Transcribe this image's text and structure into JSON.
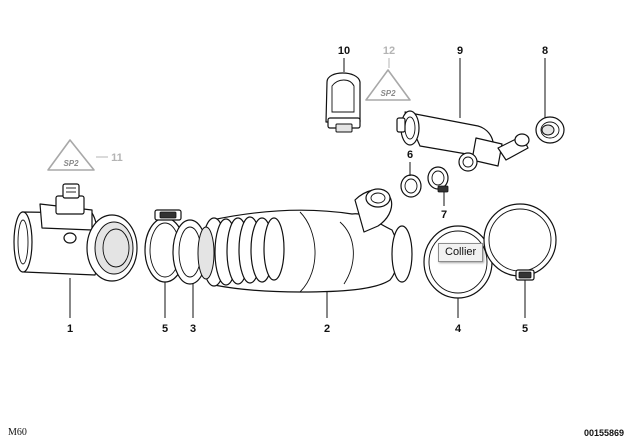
{
  "diagram": {
    "model_code": "M60",
    "diagram_id": "00155869",
    "tooltip": "Collier",
    "callouts": [
      {
        "id": "callout-1",
        "label": "1",
        "muted": false
      },
      {
        "id": "callout-5-left",
        "label": "5",
        "muted": false
      },
      {
        "id": "callout-3",
        "label": "3",
        "muted": false
      },
      {
        "id": "callout-2",
        "label": "2",
        "muted": false
      },
      {
        "id": "callout-4",
        "label": "4",
        "muted": false
      },
      {
        "id": "callout-5-right",
        "label": "5",
        "muted": false
      },
      {
        "id": "callout-6",
        "label": "6",
        "muted": false
      },
      {
        "id": "callout-7",
        "label": "7",
        "muted": false
      },
      {
        "id": "callout-8",
        "label": "8",
        "muted": false
      },
      {
        "id": "callout-9",
        "label": "9",
        "muted": false
      },
      {
        "id": "callout-10",
        "label": "10",
        "muted": false
      },
      {
        "id": "callout-11",
        "label": "11",
        "muted": true
      },
      {
        "id": "callout-12",
        "label": "12",
        "muted": true
      }
    ],
    "symbol_text": "SP2",
    "colors": {
      "ink": "#111111",
      "muted": "#b4b4b4",
      "tooltip_bg": "#f2f2f2"
    }
  }
}
